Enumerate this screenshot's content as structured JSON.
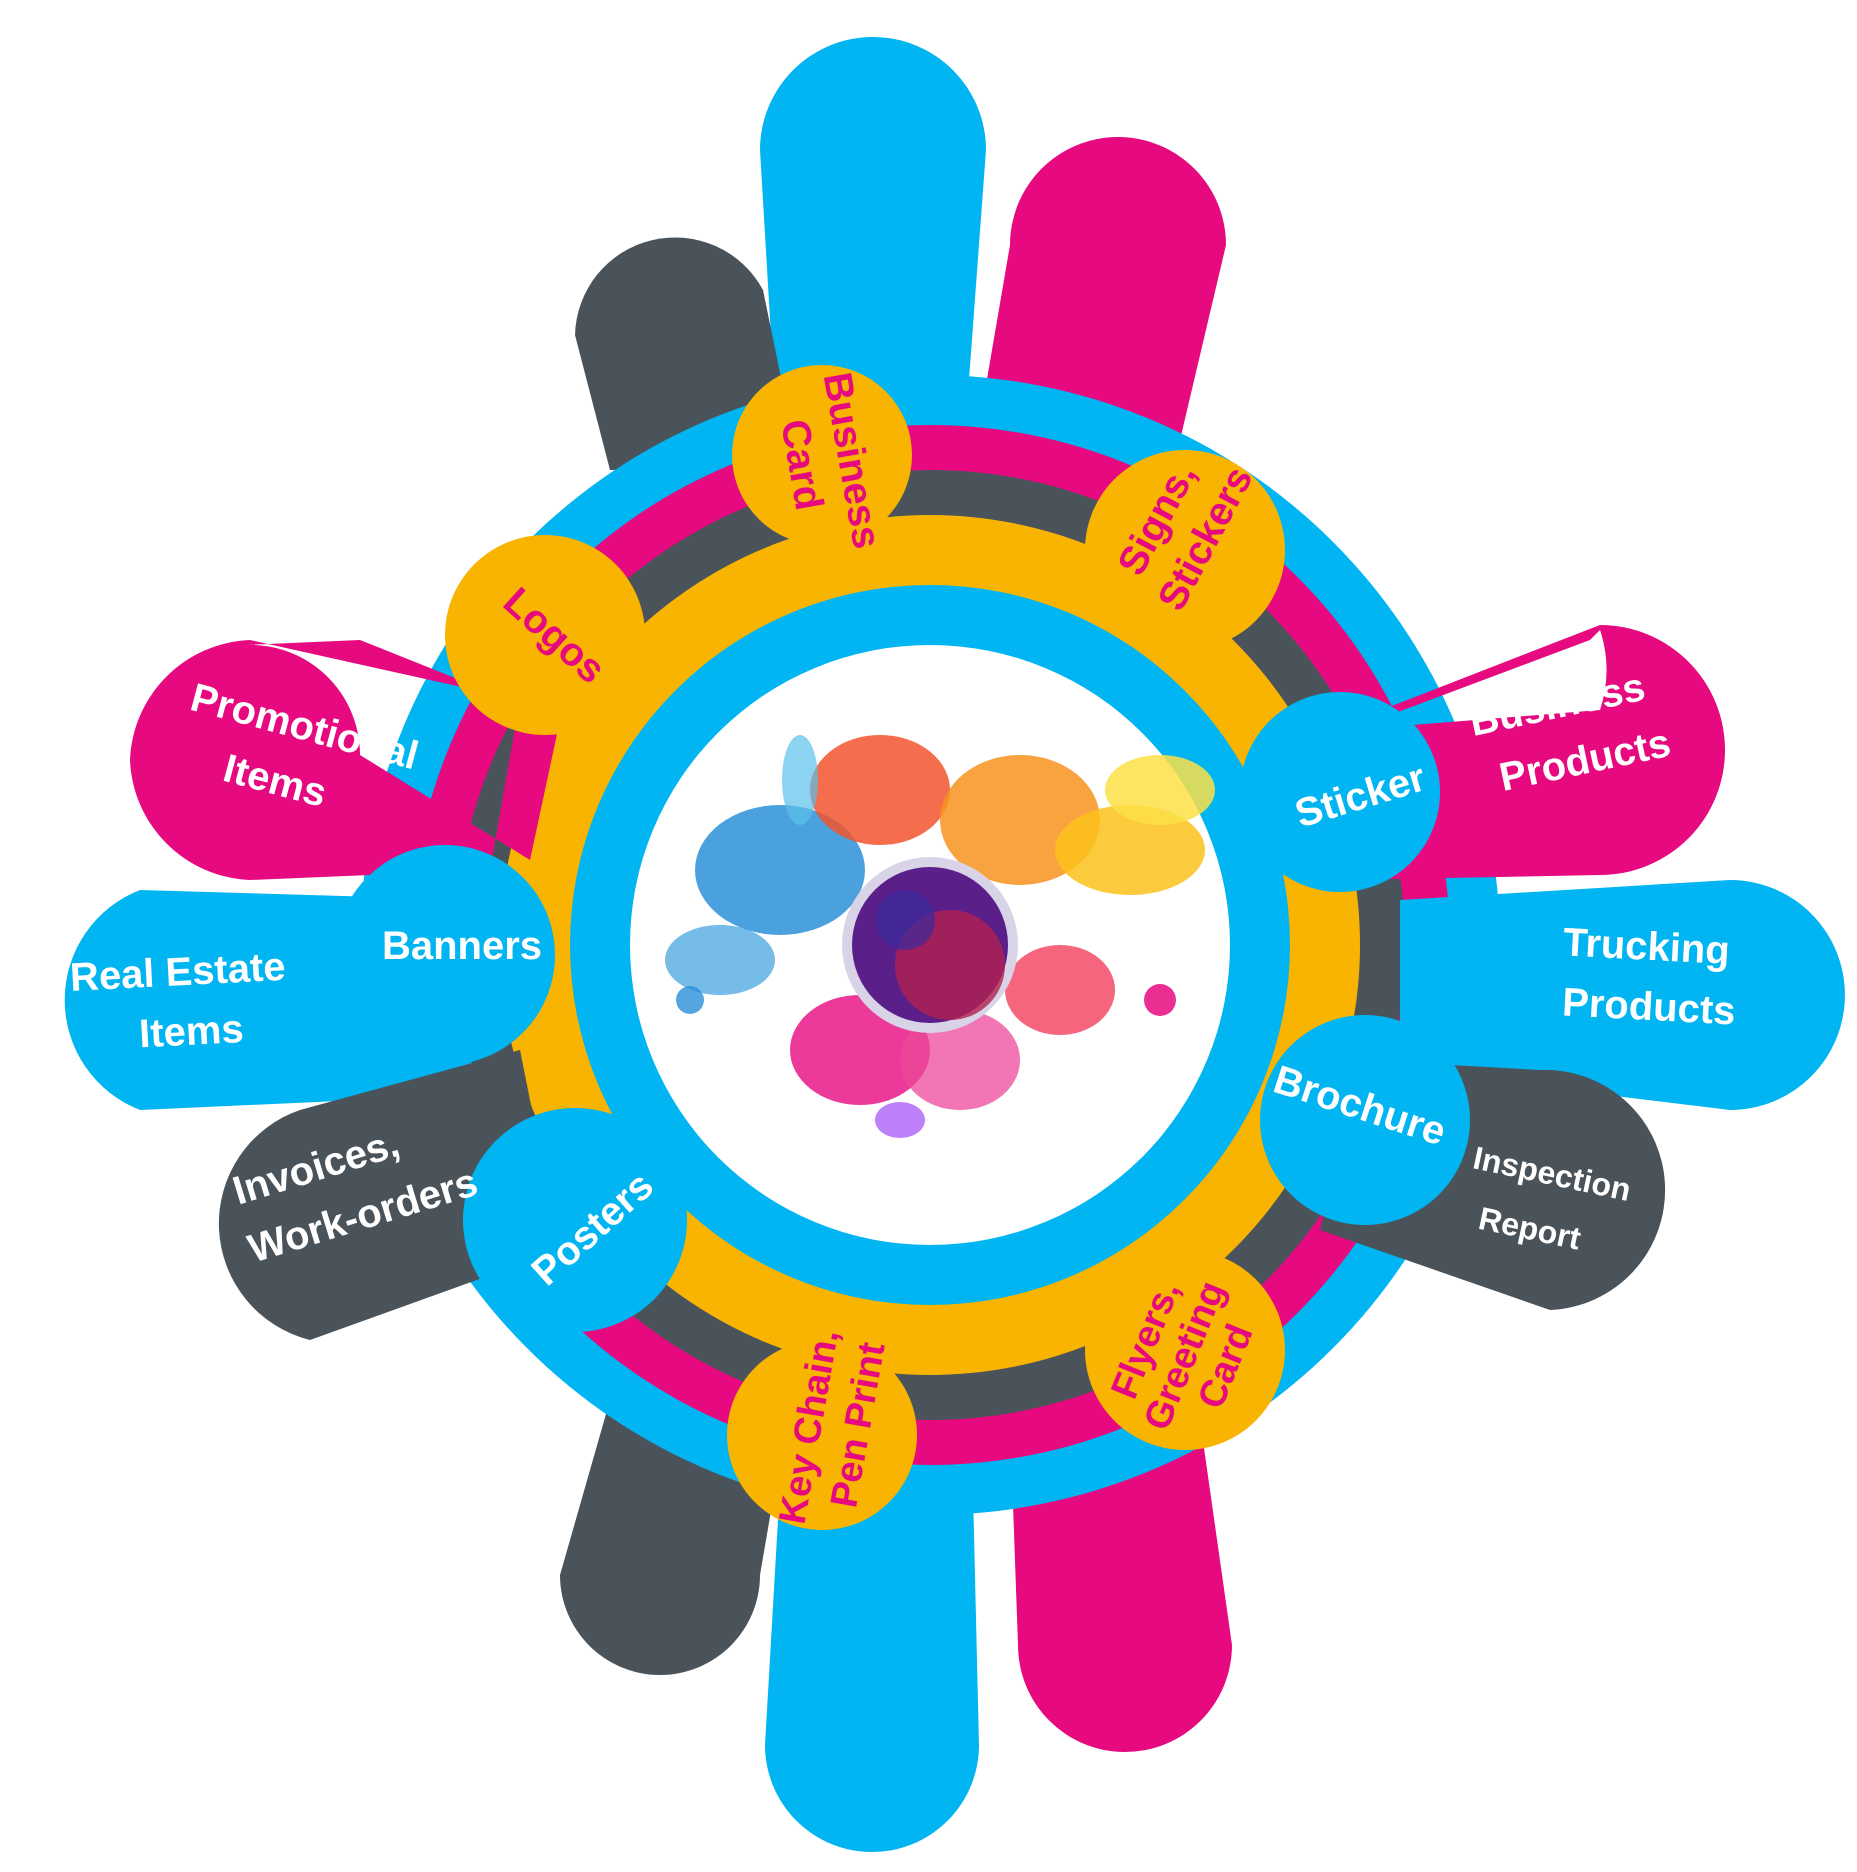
{
  "colors": {
    "blue": "#00b5f1",
    "pink": "#e6097f",
    "gray": "#4a535a",
    "yellow": "#f8b400",
    "white": "#ffffff"
  },
  "center_image": "abstract-color-splash",
  "outer_petals": [
    {
      "id": "promotional",
      "lines": [
        "Promotional",
        "Items"
      ]
    },
    {
      "id": "business-products",
      "lines": [
        "Business",
        "Products"
      ]
    },
    {
      "id": "real-estate",
      "lines": [
        "Real Estate",
        "Items"
      ]
    },
    {
      "id": "trucking",
      "lines": [
        "Trucking",
        "Products"
      ]
    },
    {
      "id": "invoices",
      "lines": [
        "Invoices,",
        "Work-orders"
      ]
    },
    {
      "id": "inspection",
      "lines": [
        "Inspection",
        "Report"
      ]
    }
  ],
  "inner_petals": [
    {
      "id": "business-card",
      "lines": [
        "Business",
        "Card"
      ]
    },
    {
      "id": "signs",
      "lines": [
        "Signs,",
        "Stickers"
      ]
    },
    {
      "id": "logos",
      "lines": [
        "Logos"
      ]
    },
    {
      "id": "sticker",
      "lines": [
        "Sticker"
      ]
    },
    {
      "id": "banners",
      "lines": [
        "Banners"
      ]
    },
    {
      "id": "brochure",
      "lines": [
        "Brochure"
      ]
    },
    {
      "id": "posters",
      "lines": [
        "Posters"
      ]
    },
    {
      "id": "keychain",
      "lines": [
        "Key Chain,",
        "Pen Print"
      ]
    },
    {
      "id": "flyers",
      "lines": [
        "Flyers,",
        "Greeting",
        "Card"
      ]
    }
  ]
}
